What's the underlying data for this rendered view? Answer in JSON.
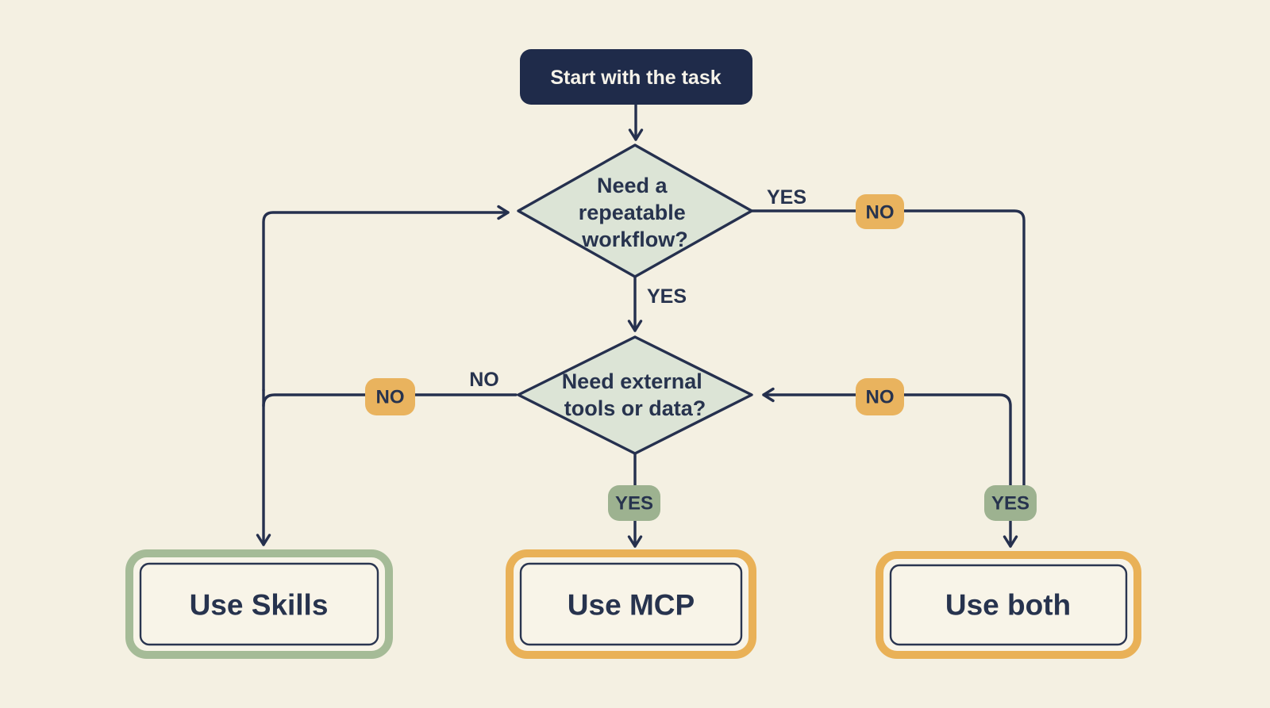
{
  "colors": {
    "background": "#f4f0e2",
    "line_navy": "#25304e",
    "text_navy": "#27334e",
    "start_fill": "#1f2b4a",
    "start_text": "#f5f2e9",
    "diamond_fill": "#dce4d6",
    "badge_orange": "#e9b35e",
    "badge_green": "#9db290",
    "outcome_green_border": "#a5bb97",
    "outcome_orange_border": "#e9b157",
    "outcome_fill": "#f8f4e8"
  },
  "nodes": {
    "start": {
      "label": "Start with the task"
    },
    "decision1": {
      "lines": [
        "Need a",
        "repeatable",
        "workflow?"
      ]
    },
    "decision2": {
      "lines": [
        "Need external",
        "tools or data?"
      ]
    },
    "outcome_skills": {
      "label": "Use Skills"
    },
    "outcome_mcp": {
      "label": "Use MCP"
    },
    "outcome_both": {
      "label": "Use both"
    }
  },
  "edge_labels": {
    "d1_yes_right": "YES",
    "d1_no_badge": "NO",
    "d1_yes_down": "YES",
    "d2_no_text_left": "NO",
    "d2_no_badge_left": "NO",
    "d2_no_badge_right": "NO",
    "d2_yes_badge_center": "YES",
    "d2_yes_badge_right": "YES"
  }
}
